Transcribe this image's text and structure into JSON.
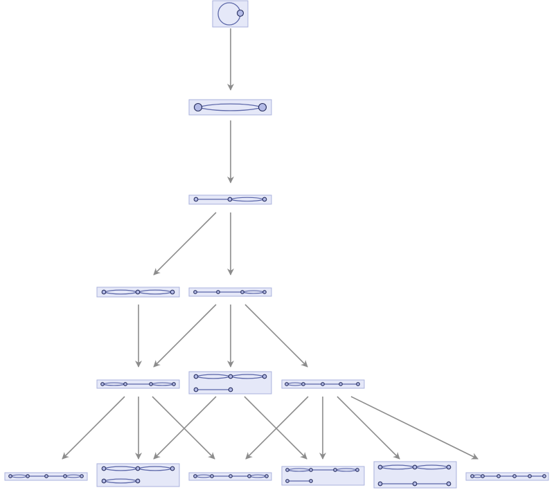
{
  "colors": {
    "background": "#ffffff",
    "box_fill": "#e5e8f8",
    "box_stroke": "#a9b1dc",
    "graph_edge": "#5b66a8",
    "node_fill": "#b3bae6",
    "node_stroke": "#252c5c",
    "arrow": "#8c8c8c"
  },
  "diagram": {
    "nodes": [
      {
        "id": "n0",
        "name": "state-self-loop",
        "level": 0
      },
      {
        "id": "n1",
        "name": "state-two-nodes-double-edge",
        "level": 1
      },
      {
        "id": "n2",
        "name": "state-chain-3",
        "level": 2
      },
      {
        "id": "n3a",
        "name": "state-double-double",
        "level": 3
      },
      {
        "id": "n3b",
        "name": "state-chain-4",
        "level": 3
      },
      {
        "id": "n4a",
        "name": "state-chain-5-ends-doubled",
        "level": 4
      },
      {
        "id": "n4b",
        "name": "state-double-double-plus-pair",
        "level": 4
      },
      {
        "id": "n4c",
        "name": "state-chain-5-first-doubled",
        "level": 4
      },
      {
        "id": "n5a",
        "name": "state-chain-6-ends-doubled",
        "level": 5
      },
      {
        "id": "n5b",
        "name": "state-double-double-plus-double",
        "level": 5
      },
      {
        "id": "n5c",
        "name": "state-chain-6-first-last-doubled",
        "level": 5
      },
      {
        "id": "n5d",
        "name": "state-chain-plus-pair",
        "level": 5
      },
      {
        "id": "n5e",
        "name": "state-double-double-plus-chain",
        "level": 5
      },
      {
        "id": "n5f",
        "name": "state-chain-6",
        "level": 5
      }
    ],
    "edges": [
      {
        "from": "n0",
        "to": "n1"
      },
      {
        "from": "n1",
        "to": "n2"
      },
      {
        "from": "n2",
        "to": "n3a"
      },
      {
        "from": "n2",
        "to": "n3b"
      },
      {
        "from": "n3a",
        "to": "n4a"
      },
      {
        "from": "n3b",
        "to": "n4a"
      },
      {
        "from": "n3b",
        "to": "n4b"
      },
      {
        "from": "n3b",
        "to": "n4c"
      },
      {
        "from": "n4a",
        "to": "n5a"
      },
      {
        "from": "n4a",
        "to": "n5b"
      },
      {
        "from": "n4a",
        "to": "n5c"
      },
      {
        "from": "n4b",
        "to": "n5b"
      },
      {
        "from": "n4b",
        "to": "n5d"
      },
      {
        "from": "n4c",
        "to": "n5c"
      },
      {
        "from": "n4c",
        "to": "n5d"
      },
      {
        "from": "n4c",
        "to": "n5e"
      },
      {
        "from": "n4c",
        "to": "n5f"
      }
    ]
  }
}
